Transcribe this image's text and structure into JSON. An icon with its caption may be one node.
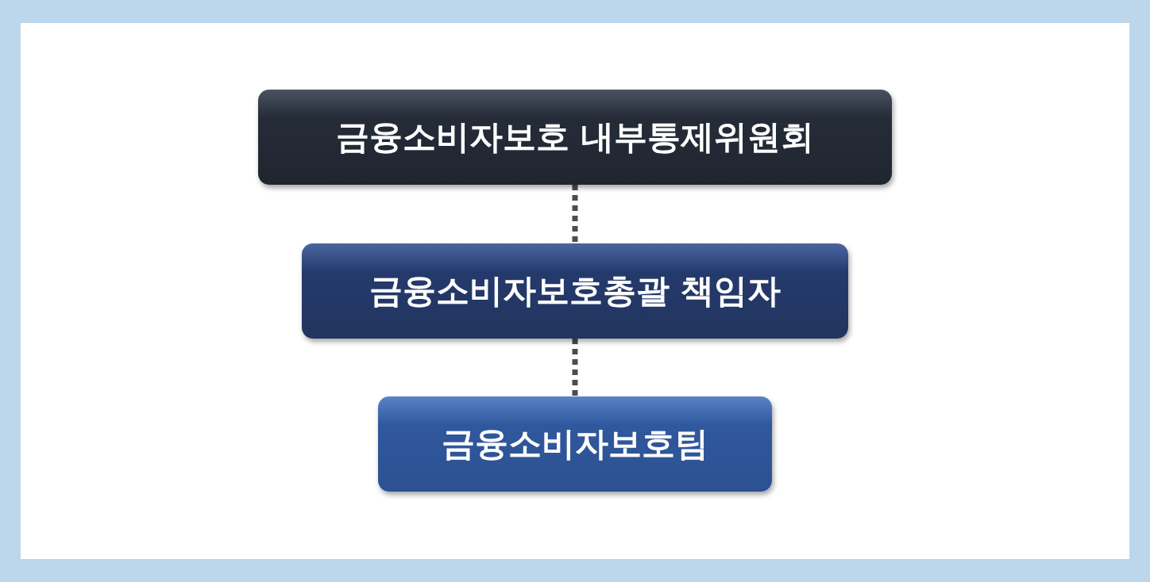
{
  "diagram": {
    "nodes": [
      {
        "text": [
          "금융소비자보호 내부통제위원회"
        ]
      },
      {
        "text": [
          "금융소비자보호총괄 책임자"
        ]
      },
      {
        "text": [
          "금융소비자보호팀"
        ]
      }
    ],
    "edges": [
      {
        "from": 0,
        "to": 1,
        "arrow": "none",
        "style": "dashed"
      },
      {
        "from": 1,
        "to": 2,
        "arrow": "none",
        "style": "dashed"
      }
    ]
  }
}
